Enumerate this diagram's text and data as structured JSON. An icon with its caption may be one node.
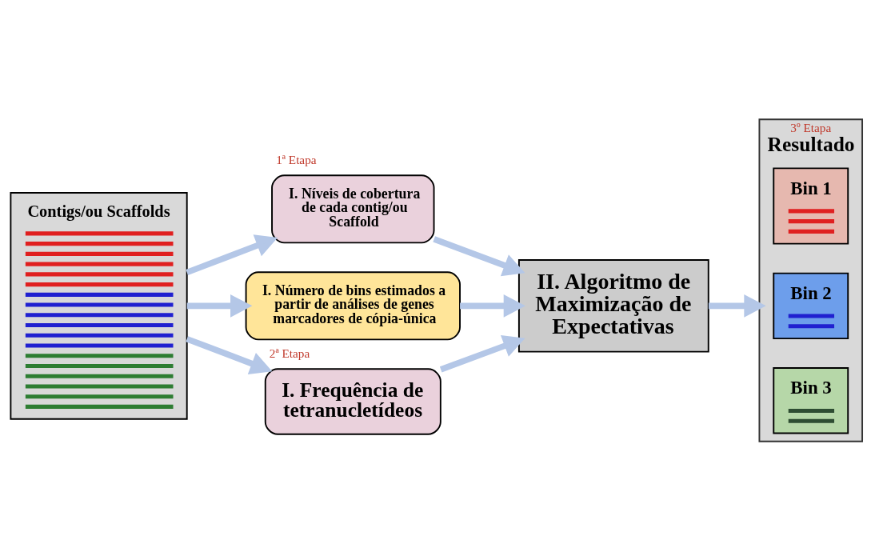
{
  "diagram": {
    "nodes": [
      {
        "text": [
          "Contigs/ou Scaffolds"
        ]
      },
      {
        "text": [
          "I. Níveis de cobertura de cada contig/ou Scaffold"
        ],
        "beside": [
          "1ª Etapa"
        ]
      },
      {
        "text": [
          "I. Número de bins estimados a partir de análises de genes marcadores de cópia-única"
        ]
      },
      {
        "text": [
          "I. Frequência de tetranucletídeos"
        ],
        "beside": [
          "2ª Etapa"
        ]
      },
      {
        "text": [
          "II. Algoritmo de Maximização de Expectativas"
        ]
      },
      {
        "text": [
          "Resultado"
        ],
        "beside": [
          "3º Etapa"
        ]
      },
      {
        "text": [
          "Bin 1"
        ],
        "in": 5
      },
      {
        "text": [
          "Bin 2"
        ],
        "in": 5
      },
      {
        "text": [
          "Bin 3"
        ],
        "in": 5
      }
    ],
    "edges": [
      {
        "from": 0,
        "to": 1,
        "arrow": "to"
      },
      {
        "from": 0,
        "to": 2,
        "arrow": "to"
      },
      {
        "from": 0,
        "to": 3,
        "arrow": "to"
      },
      {
        "from": 1,
        "to": 4,
        "arrow": "to"
      },
      {
        "from": 2,
        "to": 4,
        "arrow": "to"
      },
      {
        "from": 3,
        "to": 4,
        "arrow": "to"
      },
      {
        "from": 4,
        "to": 5,
        "arrow": "to"
      }
    ]
  }
}
